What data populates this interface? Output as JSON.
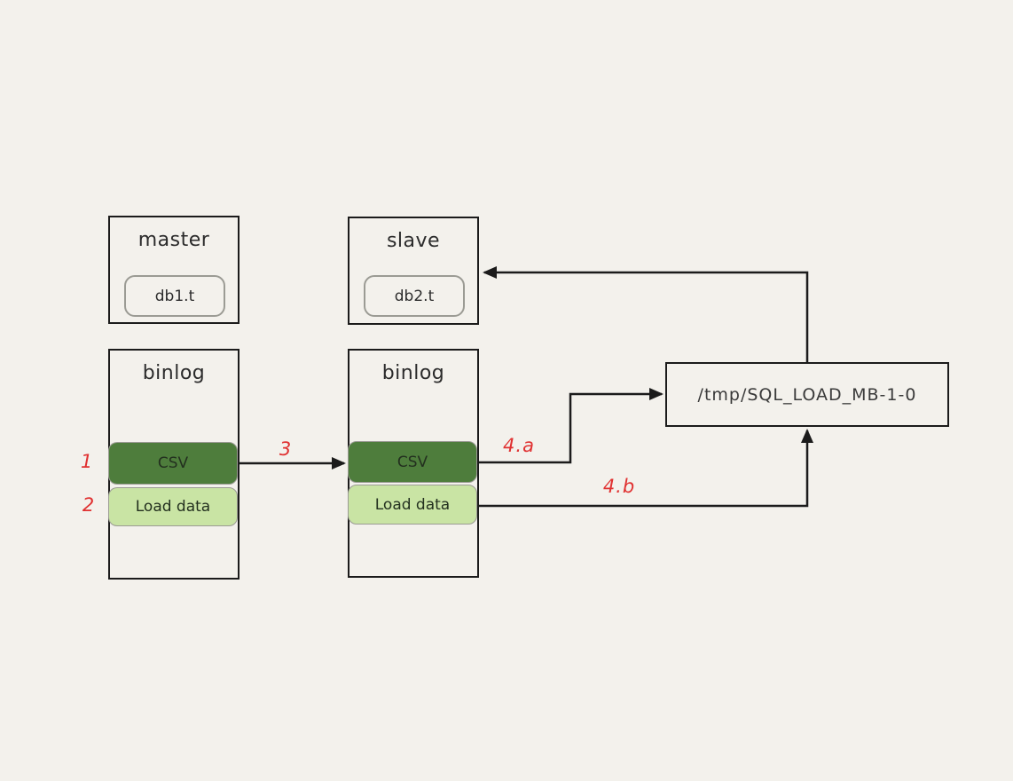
{
  "canvas": {
    "background": "#f3f1ec"
  },
  "colors": {
    "stroke": "#1b1b1b",
    "chip_border": "#9b9b94",
    "csv_fill": "#4e7d3c",
    "load_data_fill": "#c9e4a4",
    "annotation_red": "#e03131",
    "text": "#2b2b2b"
  },
  "nodes": {
    "master": {
      "title": "master",
      "table": "db1.t"
    },
    "slave": {
      "title": "slave",
      "table": "db2.t"
    },
    "master_binlog": {
      "title": "binlog",
      "csv_event": "CSV",
      "load_event": "Load data"
    },
    "slave_binlog": {
      "title": "binlog",
      "csv_event": "CSV",
      "load_event": "Load data"
    },
    "tmp_file": {
      "label": "/tmp/SQL_LOAD_MB-1-0"
    }
  },
  "annotations": {
    "step1": "1",
    "step2": "2",
    "step3": "3",
    "step4a": "4.a",
    "step4b": "4.b"
  }
}
